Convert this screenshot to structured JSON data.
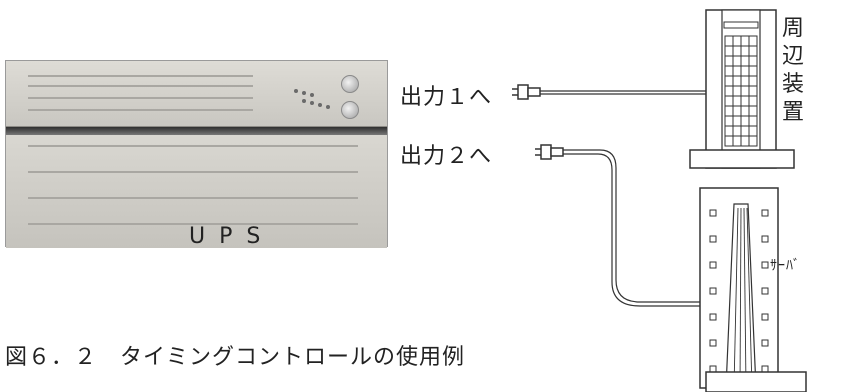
{
  "ups": {
    "caption": "UPS"
  },
  "outputs": {
    "output1_label": "出力１へ",
    "output2_label": "出力２へ"
  },
  "peripheral": {
    "label_line1": "周辺",
    "label_line2": "装置"
  },
  "server": {
    "label": "ｻｰﾊﾞ"
  },
  "figure": {
    "caption": "図６．２　タイミングコントロールの使用例"
  }
}
